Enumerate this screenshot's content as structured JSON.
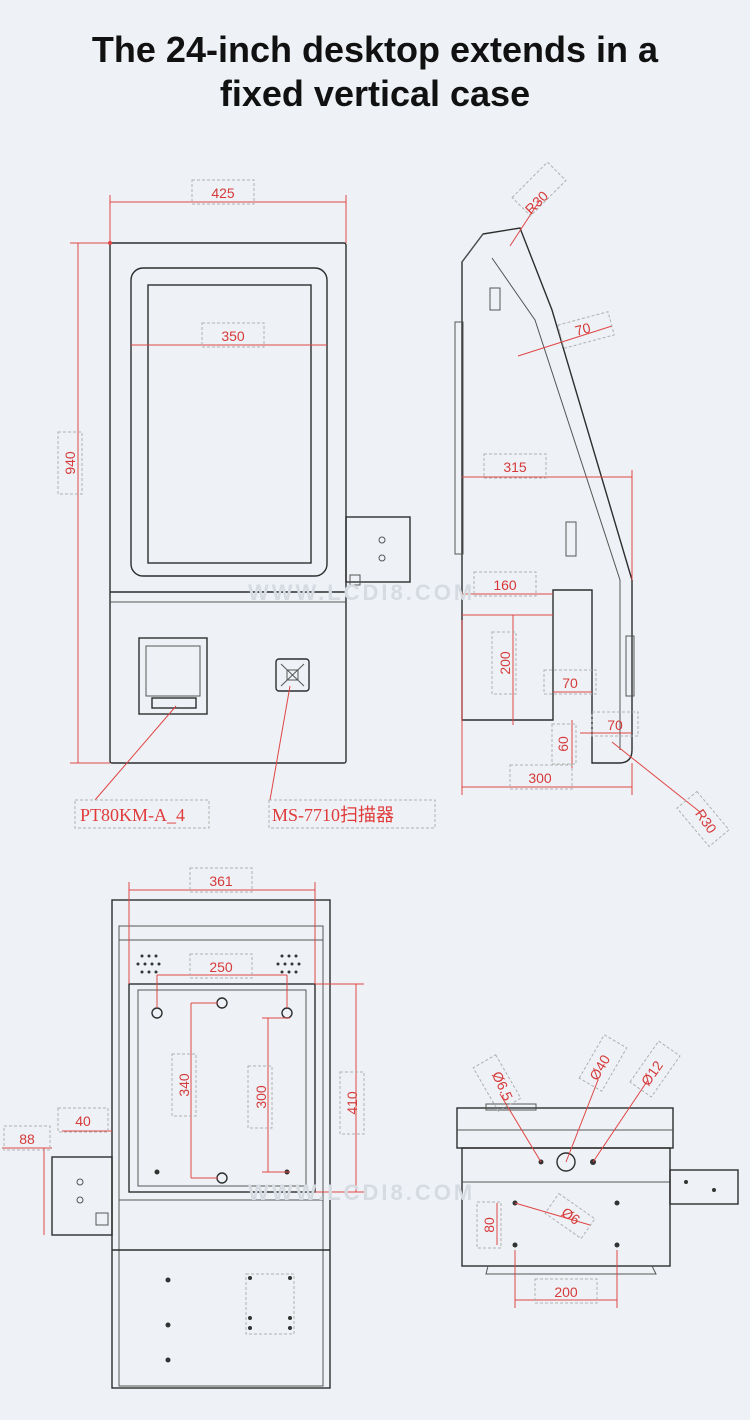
{
  "title_lines": [
    "The 24-inch desktop extends in a",
    "fixed vertical case"
  ],
  "front_view": {
    "width": "425",
    "height": "940",
    "screen_width": "350",
    "printer_label": "PT80KM-A_4",
    "scanner_label": "MS-7710扫描器"
  },
  "side_view": {
    "top_radius": "R30",
    "thickness": "70",
    "depth_upper": "315",
    "depth_mid": "160",
    "lower_height": "200",
    "foot_width": "70",
    "foot_offset": "70",
    "foot_height": "60",
    "base_depth": "300",
    "bottom_radius": "R30"
  },
  "back_view": {
    "overall_width": "361",
    "hole_spacing_width": "250",
    "hole_spacing_height": "340",
    "inner_height": "300",
    "panel_height": "410",
    "bracket_offset": "40",
    "bracket_width": "88"
  },
  "bottom_view": {
    "hole_small": "Ø6.5",
    "hole_large": "Ø40",
    "hole_medium": "Ø12",
    "hole_mount": "Ø6",
    "depth": "80",
    "hole_spacing": "200"
  },
  "watermark": "WWW.LCDI8.COM"
}
